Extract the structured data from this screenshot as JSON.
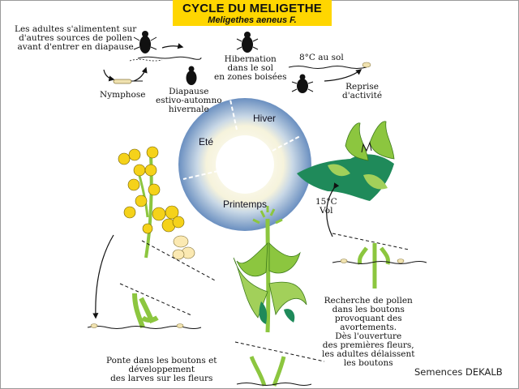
{
  "title": {
    "main": "CYCLE DU MELIGETHE",
    "sub": "Meligethes aeneus F."
  },
  "stages": {
    "adults_feed": [
      "Les adultes s'alimentent sur",
      "d'autres sources de pollen",
      "avant d'entrer en diapause"
    ],
    "nymphose": "Nymphose",
    "diapause": [
      "Diapause",
      "estivo-automno",
      "hivernale"
    ],
    "hibernation": [
      "Hibernation",
      "dans le sol",
      "en zones boisées"
    ],
    "soil_temp": "8°C au sol",
    "reprise": [
      "Reprise",
      "d'activité"
    ],
    "flight": [
      "15°C",
      "Vol"
    ],
    "pollen_search": [
      "Recherche de pollen",
      "dans les boutons",
      "provoquant des",
      "avortements.",
      "Dès l'ouverture",
      "des premières fleurs,",
      "les adultes délaissent",
      "les boutons"
    ],
    "ponte": [
      "Ponte dans les boutons et",
      "développement",
      "des larves sur les fleurs"
    ]
  },
  "seasons": {
    "hiver": "Hiver",
    "ete": "Eté",
    "printemps": "Printemps"
  },
  "credit": "Semences DEKALB",
  "colors": {
    "title_bg": "#ffd600",
    "ring_outer": "#6a8fc0",
    "ring_inner": "#f6f3dc",
    "leaf": "#8cc63f",
    "leaf_dark": "#1f8a5a",
    "flower": "#f5d21a"
  }
}
